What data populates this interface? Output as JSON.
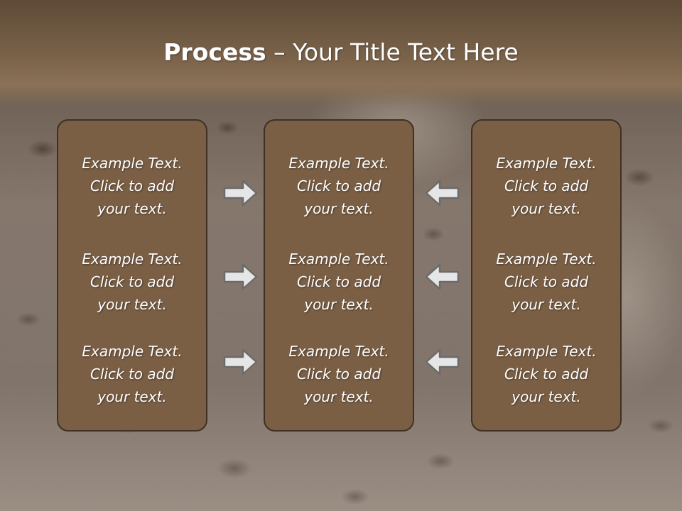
{
  "slide": {
    "title_bold": "Process",
    "title_rest": " – Your Title Text Here"
  },
  "panels": [
    {
      "items": [
        {
          "line1": "Example Text.",
          "line2": "Click  to add",
          "line3": "your text."
        },
        {
          "line1": "Example Text.",
          "line2": "Click  to add",
          "line3": "your text."
        },
        {
          "line1": "Example Text.",
          "line2": "Click  to add",
          "line3": "your text."
        }
      ]
    },
    {
      "items": [
        {
          "line1": "Example Text.",
          "line2": "Click  to add",
          "line3": "your text."
        },
        {
          "line1": "Example Text.",
          "line2": "Click  to add",
          "line3": "your text."
        },
        {
          "line1": "Example Text.",
          "line2": "Click  to add",
          "line3": "your text."
        }
      ]
    },
    {
      "items": [
        {
          "line1": "Example Text.",
          "line2": "Click  to add",
          "line3": "your text."
        },
        {
          "line1": "Example Text.",
          "line2": "Click  to add",
          "line3": "your text."
        },
        {
          "line1": "Example Text.",
          "line2": "Click  to add",
          "line3": "your text."
        }
      ]
    }
  ],
  "arrows": {
    "left_column": [
      "arrow-right-icon",
      "arrow-right-icon",
      "arrow-right-icon"
    ],
    "right_column": [
      "arrow-left-icon",
      "arrow-left-icon",
      "arrow-left-icon"
    ]
  },
  "colors": {
    "panel_fill": "#7a5f45",
    "panel_border": "#3f3024",
    "header_band": "#7b634a",
    "text": "#ffffff",
    "arrow_fill": "#e6e6e6",
    "arrow_stroke": "#6b6b6b"
  }
}
